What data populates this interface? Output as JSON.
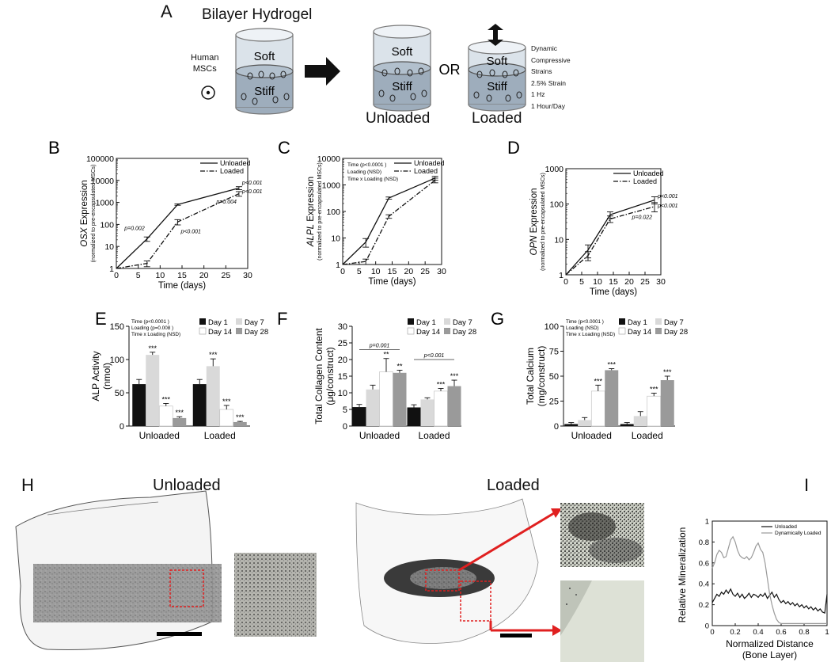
{
  "panel_a": {
    "letter": "A",
    "title": "Bilayer Hydrogel",
    "cells_label": [
      "Human",
      "MSCs"
    ],
    "soft": "Soft",
    "stiff": "Stiff",
    "or": "OR",
    "unloaded": "Unloaded",
    "loaded": "Loaded",
    "loading_notes": [
      "Dynamic",
      "Compressive",
      "Strains",
      "2.5% Strain",
      "1 Hz",
      "1 Hour/Day"
    ]
  },
  "panel_h": {
    "letter": "H",
    "unloaded": "Unloaded",
    "loaded": "Loaded"
  },
  "panel_i_letter": "I",
  "chart_data": [
    {
      "id": "B",
      "letter": "B",
      "type": "line",
      "yscale": "log",
      "ylabel_gene": "OSX",
      "ylabel_rest": " Expression",
      "ylabel2": "(normalized to pre-encapsulated MSCs)",
      "xlabel": "Time (days)",
      "xlim": [
        0,
        30
      ],
      "ylim": [
        1,
        100000
      ],
      "xticks": [
        0,
        5,
        10,
        15,
        20,
        25,
        30
      ],
      "yticks": [
        1,
        10,
        100,
        1000,
        10000,
        100000
      ],
      "ytick_labels": [
        "1",
        "10",
        "100",
        "1000",
        "10000",
        "100000"
      ],
      "x": [
        0,
        7,
        14,
        28
      ],
      "series": [
        {
          "name": "Unloaded",
          "dash": false,
          "values": [
            1,
            22,
            800,
            4500
          ],
          "err": [
            0.1,
            5,
            60,
            700
          ]
        },
        {
          "name": "Loaded",
          "dash": true,
          "values": [
            1,
            1.7,
            130,
            2500
          ],
          "err": [
            0.1,
            0.5,
            35,
            600
          ]
        }
      ],
      "notes": [],
      "pvals": [
        {
          "text": "p=0.002",
          "x": 7,
          "y": 55,
          "anchor": "end"
        },
        {
          "text": "p<0.001",
          "x": 14,
          "y": 40,
          "anchor": "start"
        },
        {
          "text": "p<0.001",
          "x": 28,
          "y": 6500,
          "anchor": "start"
        },
        {
          "text": "p<0.001",
          "x": 28,
          "y": 2600,
          "anchor": "start"
        },
        {
          "text": "p=0.004",
          "x": 28,
          "y": 900,
          "anchor": "end"
        }
      ]
    },
    {
      "id": "C",
      "letter": "C",
      "type": "line",
      "yscale": "log",
      "ylabel_gene": "ALPL",
      "ylabel_rest": " Expression",
      "ylabel2": "(normalized to pre-encapsulated MSCs)",
      "xlabel": "Time (days)",
      "xlim": [
        0,
        30
      ],
      "ylim": [
        1,
        10000
      ],
      "xticks": [
        0,
        5,
        10,
        15,
        20,
        25,
        30
      ],
      "yticks": [
        1,
        10,
        100,
        1000,
        10000
      ],
      "ytick_labels": [
        "1",
        "10",
        "100",
        "1000",
        "10000"
      ],
      "x": [
        0,
        7,
        14,
        28
      ],
      "series": [
        {
          "name": "Unloaded",
          "dash": false,
          "values": [
            1,
            7,
            320,
            1800
          ],
          "err": [
            0.1,
            2.5,
            30,
            300
          ]
        },
        {
          "name": "Loaded",
          "dash": true,
          "values": [
            1,
            1.3,
            65,
            1500
          ],
          "err": [
            0.1,
            0.3,
            10,
            300
          ]
        }
      ],
      "notes": [
        "Time  (p<0.0001 )",
        "Loading (NSD)",
        "Time x Loading (NSD)"
      ],
      "pvals": []
    },
    {
      "id": "D",
      "letter": "D",
      "type": "line",
      "yscale": "log",
      "ylabel_gene": "OPN",
      "ylabel_rest": " Expression",
      "ylabel2": "(normalized to pre-encapsulated MSCs)",
      "xlabel": "Time (days)",
      "xlim": [
        0,
        30
      ],
      "ylim": [
        1,
        1000
      ],
      "xticks": [
        0,
        5,
        10,
        15,
        20,
        25,
        30
      ],
      "yticks": [
        1,
        10,
        100,
        1000
      ],
      "ytick_labels": [
        "1",
        "10",
        "100",
        "1000"
      ],
      "x": [
        0,
        7,
        14,
        28
      ],
      "series": [
        {
          "name": "Unloaded",
          "dash": false,
          "values": [
            1,
            5,
            50,
            130
          ],
          "err": [
            0.1,
            2,
            10,
            30
          ]
        },
        {
          "name": "Loaded",
          "dash": true,
          "values": [
            1,
            3.5,
            38,
            85
          ],
          "err": [
            0.1,
            1,
            8,
            25
          ]
        }
      ],
      "notes": [],
      "pvals": [
        {
          "text": "p<0.001",
          "x": 28,
          "y": 150,
          "anchor": "start"
        },
        {
          "text": "p<0.001",
          "x": 28,
          "y": 80,
          "anchor": "start"
        },
        {
          "text": "p=0.022",
          "x": 28,
          "y": 38,
          "anchor": "end"
        }
      ]
    },
    {
      "id": "E",
      "letter": "E",
      "type": "bar",
      "ylabel": "ALP Activity",
      "ylabel2": "(nmol)",
      "ylim": [
        0,
        150
      ],
      "yticks": [
        0,
        50,
        100,
        150
      ],
      "categories": [
        "Unloaded",
        "Loaded"
      ],
      "legend": [
        "Day 1",
        "Day 7",
        "Day 14",
        "Day 28"
      ],
      "colors": [
        "#111111",
        "#d9d9d9",
        "#ffffff",
        "#9a9a9a"
      ],
      "values": [
        [
          63,
          107,
          30,
          12
        ],
        [
          63,
          90,
          25,
          6
        ]
      ],
      "err": [
        [
          7,
          4,
          4,
          2
        ],
        [
          7,
          11,
          6,
          1
        ]
      ],
      "stars": [
        [
          "",
          "***",
          "***",
          "***"
        ],
        [
          "",
          "***",
          "***",
          "***"
        ]
      ],
      "notes": [
        "Time  (p<0.0001 )",
        "Loading (p=0.008 )",
        "Time x Loading (NSD)"
      ],
      "brackets": []
    },
    {
      "id": "F",
      "letter": "F",
      "type": "bar",
      "ylabel": "Total Collagen Content",
      "ylabel2": "(μg/construct)",
      "ylim": [
        0,
        30
      ],
      "yticks": [
        0,
        5,
        10,
        15,
        20,
        25,
        30
      ],
      "categories": [
        "Unloaded",
        "Loaded"
      ],
      "legend": [
        "Day 1",
        "Day 7",
        "Day 14",
        "Day 28"
      ],
      "colors": [
        "#111111",
        "#d9d9d9",
        "#ffffff",
        "#9a9a9a"
      ],
      "values": [
        [
          5.7,
          11,
          16.3,
          16
        ],
        [
          5.6,
          8,
          10.5,
          12
        ]
      ],
      "err": [
        [
          0.8,
          1.3,
          4,
          0.8
        ],
        [
          0.8,
          0.5,
          0.8,
          1.8
        ]
      ],
      "stars": [
        [
          "",
          "",
          "**",
          "**"
        ],
        [
          "",
          "",
          "***",
          "***"
        ]
      ],
      "notes": [],
      "brackets": [
        {
          "text": "p=0.001",
          "group": 0,
          "from": 0,
          "to": 3,
          "y": 23
        },
        {
          "text": "p<0.001",
          "group": 1,
          "from": 0,
          "to": 3,
          "y": 20
        }
      ]
    },
    {
      "id": "G",
      "letter": "G",
      "type": "bar",
      "ylabel": "Total Calcium",
      "ylabel2": "(mg/construct)",
      "ylim": [
        0,
        100
      ],
      "yticks": [
        0,
        25,
        50,
        75,
        100
      ],
      "categories": [
        "Unloaded",
        "Loaded"
      ],
      "legend": [
        "Day 1",
        "Day 7",
        "Day 14",
        "Day 28"
      ],
      "colors": [
        "#111111",
        "#d9d9d9",
        "#ffffff",
        "#9a9a9a"
      ],
      "values": [
        [
          2,
          6,
          35,
          56
        ],
        [
          2,
          10,
          30,
          46
        ]
      ],
      "err": [
        [
          1.5,
          2.5,
          6,
          1.5
        ],
        [
          1.5,
          4.5,
          3,
          4
        ]
      ],
      "stars": [
        [
          "",
          "",
          "***",
          "***"
        ],
        [
          "",
          "",
          "***",
          "***"
        ]
      ],
      "notes": [
        "Time  (p<0.0001 )",
        "Loading (NSD)",
        "Time x Loading (NSD)"
      ],
      "brackets": []
    },
    {
      "id": "I",
      "type": "line",
      "ylabel": "Relative Mineralization",
      "xlabel": "Normalized Distance",
      "xlabel2": "(Bone Layer)",
      "xlim": [
        0,
        1
      ],
      "ylim": [
        0,
        1
      ],
      "xticks": [
        0,
        0.2,
        0.4,
        0.6,
        0.8,
        1
      ],
      "xtick_labels": [
        "0",
        "0.2",
        "0.4",
        "0.6",
        "0.8",
        "1"
      ],
      "yticks": [
        0,
        0.2,
        0.4,
        0.6,
        0.8,
        1
      ],
      "ytick_labels": [
        "0",
        "0.2",
        "0.4",
        "0.6",
        "0.8",
        "1"
      ],
      "x": [
        0,
        0.02,
        0.04,
        0.06,
        0.08,
        0.1,
        0.12,
        0.14,
        0.16,
        0.18,
        0.2,
        0.22,
        0.24,
        0.26,
        0.28,
        0.3,
        0.32,
        0.34,
        0.36,
        0.38,
        0.4,
        0.42,
        0.44,
        0.46,
        0.48,
        0.5,
        0.52,
        0.54,
        0.56,
        0.58,
        0.6,
        0.62,
        0.64,
        0.66,
        0.68,
        0.7,
        0.72,
        0.74,
        0.76,
        0.78,
        0.8,
        0.82,
        0.84,
        0.86,
        0.88,
        0.9,
        0.92,
        0.94,
        0.96,
        0.98,
        1
      ],
      "series": [
        {
          "name": "Unloaded",
          "color": "#111111",
          "values": [
            0.22,
            0.26,
            0.3,
            0.28,
            0.32,
            0.3,
            0.34,
            0.31,
            0.35,
            0.3,
            0.28,
            0.31,
            0.27,
            0.3,
            0.26,
            0.28,
            0.31,
            0.27,
            0.3,
            0.29,
            0.27,
            0.3,
            0.28,
            0.31,
            0.26,
            0.29,
            0.32,
            0.27,
            0.3,
            0.25,
            0.22,
            0.24,
            0.21,
            0.23,
            0.2,
            0.22,
            0.19,
            0.21,
            0.18,
            0.2,
            0.17,
            0.19,
            0.16,
            0.18,
            0.15,
            0.17,
            0.14,
            0.16,
            0.13,
            0.12,
            0.3
          ]
        },
        {
          "name": "Dynamically Loaded",
          "color": "#999999",
          "values": [
            0.55,
            0.6,
            0.68,
            0.72,
            0.7,
            0.65,
            0.66,
            0.74,
            0.82,
            0.85,
            0.8,
            0.72,
            0.67,
            0.65,
            0.64,
            0.66,
            0.63,
            0.65,
            0.7,
            0.76,
            0.79,
            0.73,
            0.7,
            0.6,
            0.45,
            0.3,
            0.2,
            0.12,
            0.06,
            0.03,
            0.02,
            0.02,
            0.02,
            0.02,
            0.02,
            0.02,
            0.02,
            0.02,
            0.02,
            0.02,
            0.02,
            0.02,
            0.02,
            0.02,
            0.02,
            0.02,
            0.02,
            0.02,
            0.02,
            0.02,
            0.02
          ]
        }
      ]
    }
  ]
}
